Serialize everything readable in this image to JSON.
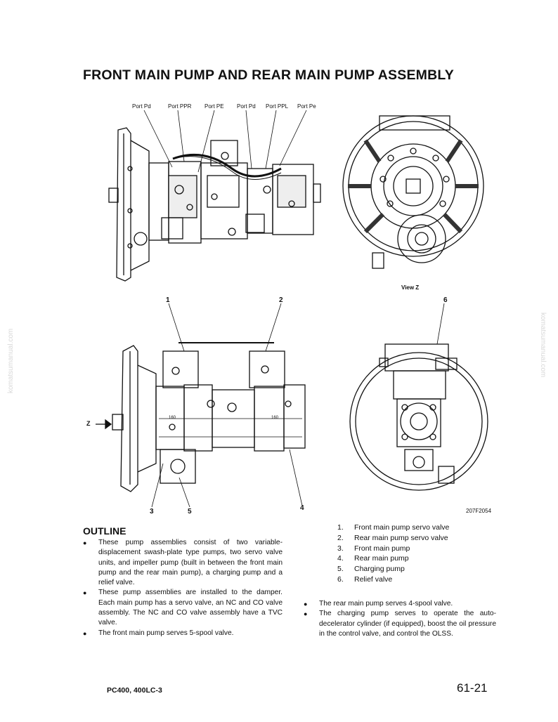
{
  "title": "FRONT MAIN PUMP AND REAR MAIN PUMP ASSEMBLY",
  "figure": {
    "ports": [
      "Port Pd",
      "Port PPR",
      "Port PE",
      "Port Pd",
      "Port PPL",
      "Port Pe"
    ],
    "view_label": "View Z",
    "z_marker": "Z",
    "callouts": [
      "1",
      "2",
      "3",
      "5",
      "4",
      "6"
    ],
    "figure_code": "207F2054",
    "flange_marks": [
      "160",
      "160"
    ]
  },
  "outline": {
    "heading": "OUTLINE",
    "left_bullets": [
      "These pump assemblies consist of two variable-displacement swash-plate type pumps, two servo valve units, and impeller pump (built in between the front main pump and the rear main pump), a charging pump and a relief valve.",
      "These pump assemblies are installed to the damper. Each main pump has a servo valve, an NC and CO valve assembly. The NC and CO valve assembly have a TVC valve.",
      "The front main pump serves 5-spool valve."
    ],
    "right_bullets": [
      "The rear main pump serves 4-spool valve.",
      "The charging pump serves to operate the auto-decelerator cylinder (if equipped), boost the oil pressure in the control valve, and control the OLSS."
    ],
    "bullet_glyph": "●"
  },
  "parts": [
    {
      "num": "1.",
      "name": "Front main pump servo valve"
    },
    {
      "num": "2.",
      "name": "Rear main pump servo valve"
    },
    {
      "num": "3.",
      "name": "Front main pump"
    },
    {
      "num": "4.",
      "name": "Rear main pump"
    },
    {
      "num": "5.",
      "name": "Charging pump"
    },
    {
      "num": "6.",
      "name": "Relief valve"
    }
  ],
  "watermark": "komatsumanual.com",
  "footer": {
    "model": "PC400, 400LC-3",
    "page": "61-21"
  }
}
